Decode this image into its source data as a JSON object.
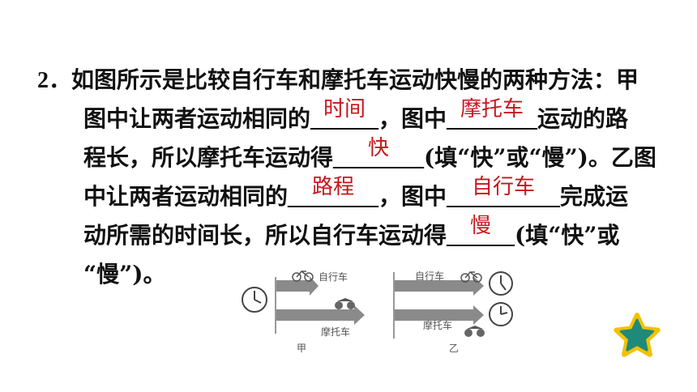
{
  "question": {
    "number": "2．",
    "line1": "如图所示是比较自行车和摩托车运动快慢的两种方法：甲",
    "line2_a": "图中让两者运动相同的",
    "line2_b": "，图中",
    "line2_c": "运动的路",
    "line3_a": "程长，所以摩托车运动得",
    "line3_b": "(填“快”或“慢”)。乙图",
    "line4_a": "中让两者运动相同的",
    "line4_b": "，图中",
    "line4_c": "完成运",
    "line5_a": "动所需的时间长，所以自行车运动得",
    "line5_b": "(填“快”或",
    "line6": "“慢”)。"
  },
  "blanks": {
    "b1": "______",
    "b2": "________",
    "b3": "________",
    "b4": "________",
    "b5": "__________",
    "b6": "______"
  },
  "answers": {
    "a1": "时间",
    "a2": "摩托车",
    "a3": "快",
    "a4": "路程",
    "a5": "自行车",
    "a6": "慢"
  },
  "figure": {
    "jia": {
      "bicycle_label": "自行车",
      "motorcycle_label": "摩托车",
      "caption": "甲"
    },
    "yi": {
      "bicycle_label": "自行车",
      "motorcycle_label": "摩托车",
      "caption": "乙"
    }
  },
  "colors": {
    "answer": "#c8161d",
    "arrow": "#8a8a8a",
    "star_fill": "#1f8a7a",
    "star_border": "#f2c200"
  },
  "icons": {
    "star": "star-badge-icon"
  }
}
